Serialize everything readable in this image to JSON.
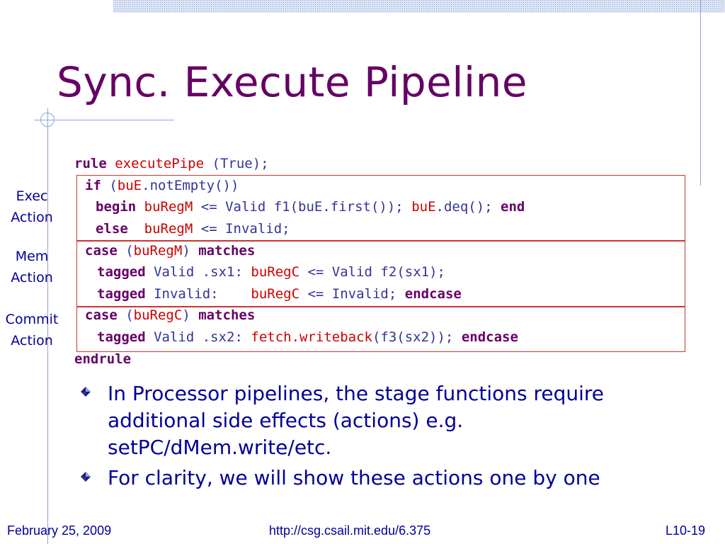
{
  "slide": {
    "title": "Sync. Execute Pipeline"
  },
  "stage_labels": [
    {
      "line1": "Exec",
      "line2": "Action"
    },
    {
      "line1": "Mem",
      "line2": "Action"
    },
    {
      "line1": "Commit",
      "line2": "Action"
    }
  ],
  "code": {
    "l1_kw": "rule",
    "l1_name": "executePipe",
    "l1_rest": "(True);",
    "l2_kw": "if",
    "l2_a": "(",
    "l2_b": "buE",
    "l2_c": ".notEmpty())",
    "l3_kw": "begin",
    "l3_a": "buRegM",
    "l3_b": "<= Valid f1(buE.first());",
    "l3_c": "buE",
    "l3_d": ".deq();",
    "l3_kw2": "end",
    "l4_kw": "else",
    "l4_a": "buRegM",
    "l4_b": "<= Invalid;",
    "l5_kw": "case",
    "l5_a": "(",
    "l5_b": "buRegM",
    "l5_c": ")",
    "l5_kw2": "matches",
    "l6_kw": "tagged",
    "l6_a": "Valid .sx1:",
    "l6_b": "buRegC",
    "l6_c": "<= Valid f2(sx1);",
    "l7_kw": "tagged",
    "l7_a": "Invalid:",
    "l7_b": "buRegC",
    "l7_c": "<= Invalid;",
    "l7_kw2": "endcase",
    "l8_kw": "case",
    "l8_a": "(",
    "l8_b": "buRegC",
    "l8_c": ")",
    "l8_kw2": "matches",
    "l9_kw": "tagged",
    "l9_a": "Valid .sx2:",
    "l9_b": "fetch.writeback",
    "l9_c": "(f3(sx2));",
    "l9_kw2": "endcase",
    "l10_kw": "endrule"
  },
  "bullets": [
    "In Processor pipelines, the stage functions require additional side effects (actions) e.g. setPC/dMem.write/etc.",
    "For clarity, we will show these actions one by one"
  ],
  "footer": {
    "date": "February 25, 2009",
    "url": "http://csg.csail.mit.edu/6.375",
    "page": "L10-19"
  },
  "colors": {
    "title": "#660066",
    "keyword": "#660066",
    "identifier_red": "#cc0000",
    "code_text": "#333399",
    "body_text": "#000099",
    "box_border": "#cc3333",
    "deco_line": "#8fa5d6"
  },
  "icons": {
    "bullet": "diamond-bullet-icon"
  }
}
